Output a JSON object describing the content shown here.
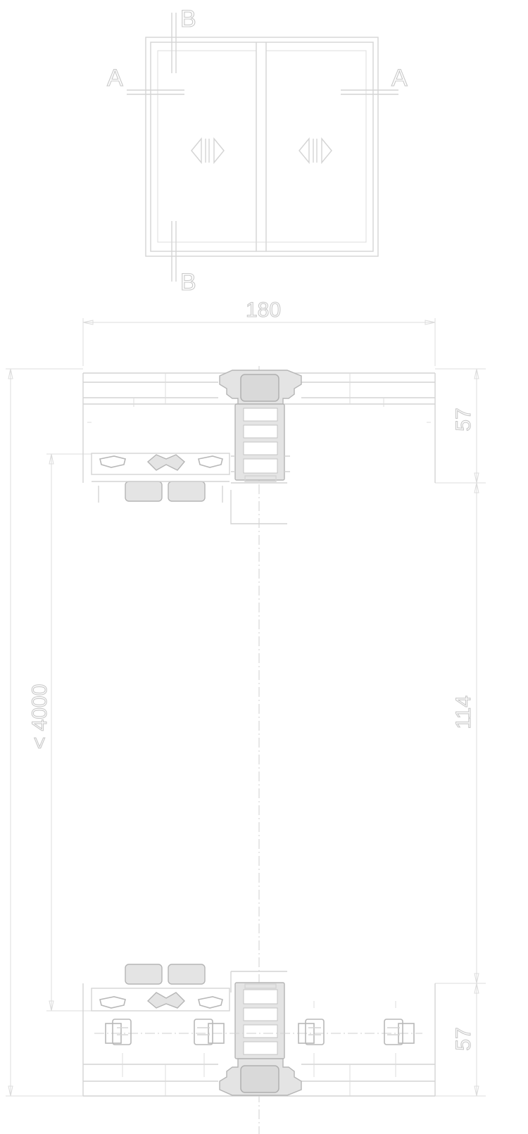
{
  "elevation": {
    "section_a_label": "A",
    "section_b_label": "B"
  },
  "dimensions": {
    "overall_width": "180",
    "top_height": "57",
    "middle_height": "114",
    "bottom_height": "57",
    "max_height": "< 4000"
  }
}
